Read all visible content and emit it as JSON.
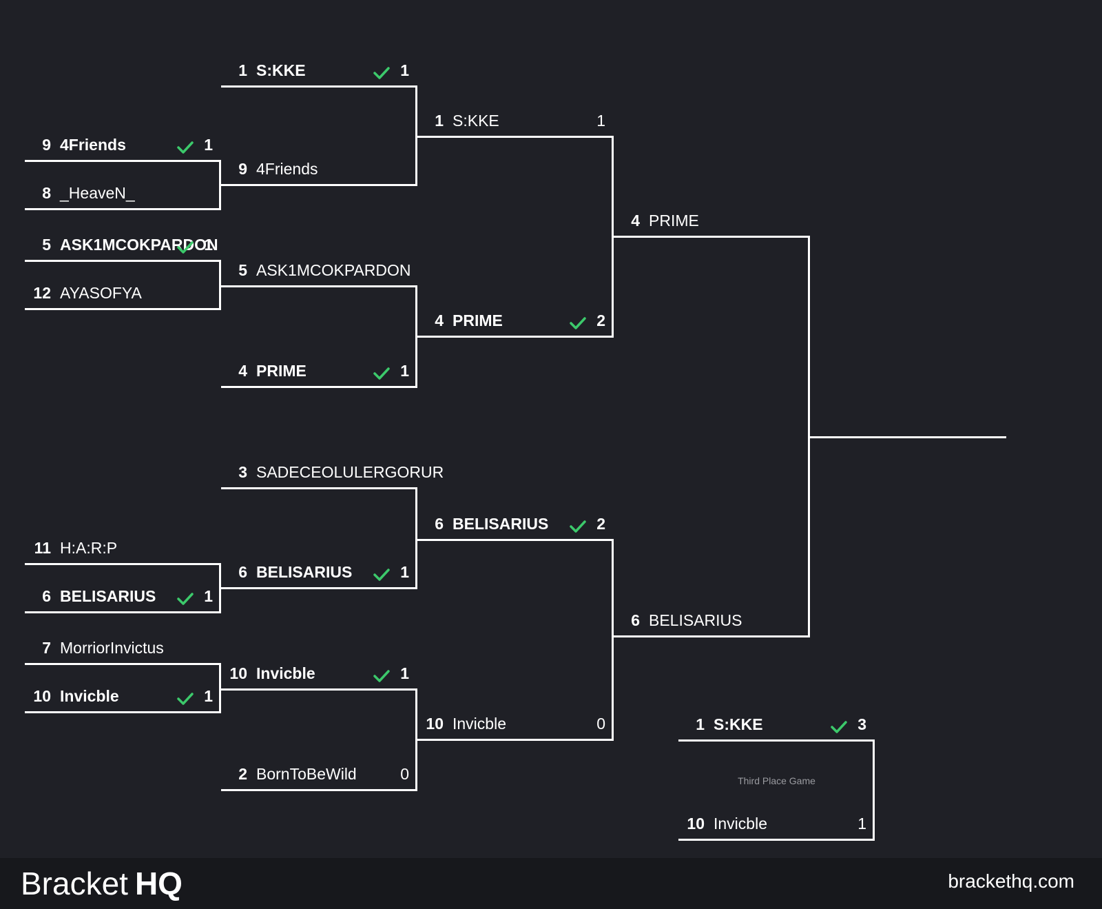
{
  "colors": {
    "background": "#1f2026",
    "footer": "#17181c",
    "line": "#ffffff",
    "check": "#3cc96b",
    "muted": "#9a9ba0"
  },
  "round1": [
    {
      "top": {
        "seed": "9",
        "name": "4Friends",
        "score": "1",
        "win": true
      },
      "bottom": {
        "seed": "8",
        "name": "_HeaveN_",
        "score": "",
        "win": false
      }
    },
    {
      "top": {
        "seed": "5",
        "name": "ASK1MCOKPARDON",
        "score": "1",
        "win": true
      },
      "bottom": {
        "seed": "12",
        "name": "AYASOFYA",
        "score": "",
        "win": false
      }
    },
    {
      "top": {
        "seed": "11",
        "name": "H:A:R:P",
        "score": "",
        "win": false
      },
      "bottom": {
        "seed": "6",
        "name": "BELISARIUS",
        "score": "1",
        "win": true
      }
    },
    {
      "top": {
        "seed": "7",
        "name": "MorriorInvictus",
        "score": "",
        "win": false
      },
      "bottom": {
        "seed": "10",
        "name": "Invicble",
        "score": "1",
        "win": true
      }
    }
  ],
  "round2": [
    {
      "top": {
        "seed": "1",
        "name": "S:KKE",
        "score": "1",
        "win": true
      },
      "bottom": {
        "seed": "9",
        "name": "4Friends",
        "score": "",
        "win": false
      }
    },
    {
      "top": {
        "seed": "5",
        "name": "ASK1MCOKPARDON",
        "score": "",
        "win": false
      },
      "bottom": {
        "seed": "4",
        "name": "PRIME",
        "score": "1",
        "win": true
      }
    },
    {
      "top": {
        "seed": "3",
        "name": "SADECEOLULERGORUR",
        "score": "",
        "win": false
      },
      "bottom": {
        "seed": "6",
        "name": "BELISARIUS",
        "score": "1",
        "win": true
      }
    },
    {
      "top": {
        "seed": "10",
        "name": "Invicble",
        "score": "1",
        "win": true
      },
      "bottom": {
        "seed": "2",
        "name": "BornToBeWild",
        "score": "0",
        "win": false
      }
    }
  ],
  "round3": [
    {
      "top": {
        "seed": "1",
        "name": "S:KKE",
        "score": "1",
        "win": false
      },
      "bottom": {
        "seed": "4",
        "name": "PRIME",
        "score": "2",
        "win": true
      }
    },
    {
      "top": {
        "seed": "6",
        "name": "BELISARIUS",
        "score": "2",
        "win": true
      },
      "bottom": {
        "seed": "10",
        "name": "Invicble",
        "score": "0",
        "win": false
      }
    }
  ],
  "final": {
    "top": {
      "seed": "4",
      "name": "PRIME",
      "score": "",
      "win": false
    },
    "bottom": {
      "seed": "6",
      "name": "BELISARIUS",
      "score": "",
      "win": false
    }
  },
  "third_place": {
    "label": "Third Place Game",
    "top": {
      "seed": "1",
      "name": "S:KKE",
      "score": "3",
      "win": true
    },
    "bottom": {
      "seed": "10",
      "name": "Invicble",
      "score": "1",
      "win": false
    }
  },
  "footer": {
    "logo_word1": "Bracket",
    "logo_word2": "HQ",
    "site": "brackethq.com"
  }
}
